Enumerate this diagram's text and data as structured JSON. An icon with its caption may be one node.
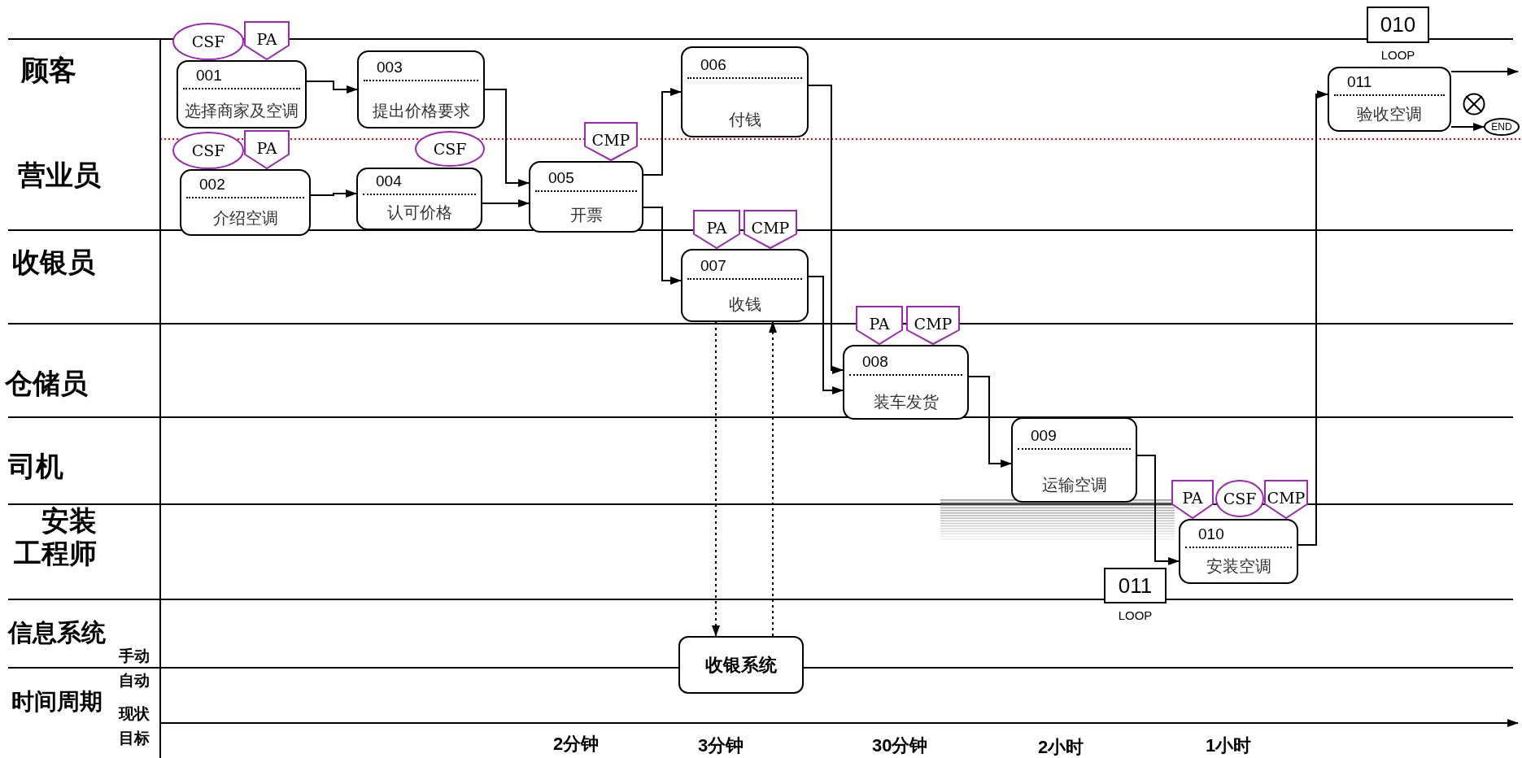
{
  "diagram": {
    "nodes": [
      {
        "text": [
          "001",
          "选择商家及空调"
        ]
      },
      {
        "text": [
          "CSF"
        ]
      },
      {
        "text": [
          "PA"
        ]
      },
      {
        "text": [
          "002",
          "介绍空调"
        ]
      },
      {
        "text": [
          "CSF"
        ]
      },
      {
        "text": [
          "PA"
        ]
      },
      {
        "text": [
          "003",
          "提出价格要求"
        ]
      },
      {
        "text": [
          "004",
          "认可价格"
        ]
      },
      {
        "text": [
          "CSF"
        ]
      },
      {
        "text": [
          "005",
          "开票"
        ]
      },
      {
        "text": [
          "CMP"
        ]
      },
      {
        "text": [
          "006",
          "付钱"
        ]
      },
      {
        "text": [
          "007",
          "收钱"
        ]
      },
      {
        "text": [
          "PA"
        ]
      },
      {
        "text": [
          "CMP"
        ]
      },
      {
        "text": [
          "008",
          "装车发货"
        ]
      },
      {
        "text": [
          "PA"
        ]
      },
      {
        "text": [
          "CMP"
        ]
      },
      {
        "text": [
          "009",
          "运输空调"
        ]
      },
      {
        "text": [
          "010",
          "安装空调"
        ]
      },
      {
        "text": [
          "PA"
        ]
      },
      {
        "text": [
          "CSF"
        ]
      },
      {
        "text": [
          "CMP"
        ]
      },
      {
        "text": [
          "011",
          "验收空调"
        ]
      },
      {
        "text": [],
        "shape": "circle"
      },
      {
        "text": [
          "END"
        ]
      },
      {
        "text": [
          "010"
        ],
        "beside": [
          "LOOP"
        ]
      },
      {
        "text": [
          "011"
        ],
        "beside": [
          "LOOP"
        ]
      },
      {
        "text": [
          "收银系统"
        ]
      }
    ],
    "edges": [
      {
        "from": 0,
        "to": 6,
        "arrow": "to"
      },
      {
        "from": 3,
        "to": 7,
        "arrow": "to"
      },
      {
        "from": 6,
        "to": 9,
        "arrow": "to"
      },
      {
        "from": 7,
        "to": 9,
        "arrow": "to"
      },
      {
        "from": 9,
        "to": 11,
        "arrow": "to"
      },
      {
        "from": 9,
        "to": 12,
        "arrow": "to"
      },
      {
        "from": 11,
        "to": 15,
        "arrow": "to"
      },
      {
        "from": 12,
        "to": 15,
        "arrow": "to"
      },
      {
        "from": 15,
        "to": 18,
        "arrow": "to"
      },
      {
        "from": 18,
        "to": 19,
        "arrow": "to"
      },
      {
        "from": 19,
        "to": 23,
        "arrow": "to"
      },
      {
        "from": 23,
        "to": null,
        "arrow": "to"
      },
      {
        "from": 23,
        "to": 25,
        "arrow": "to"
      },
      {
        "from": 12,
        "to": 28,
        "arrow": "to",
        "style": "dashed"
      },
      {
        "from": 28,
        "to": 12,
        "arrow": "to",
        "style": "dashed"
      }
    ],
    "labels": [
      "顾客",
      "营业员",
      "收银员",
      "仓储员",
      "司机",
      "安装工程师",
      "信息系统",
      "手动",
      "自动",
      "时间周期",
      "现状",
      "目标",
      "2分钟",
      "3分钟",
      "30分钟",
      "2小时",
      "1小时"
    ]
  }
}
